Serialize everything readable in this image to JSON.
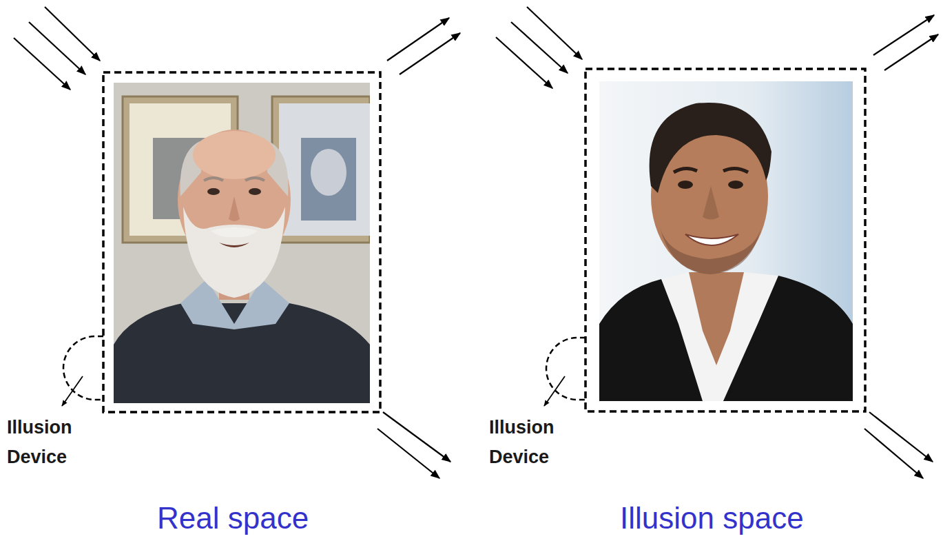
{
  "diagram": {
    "labels": [
      "Illusion Device",
      "Illusion Device",
      "Real space",
      "Illusion space"
    ]
  }
}
